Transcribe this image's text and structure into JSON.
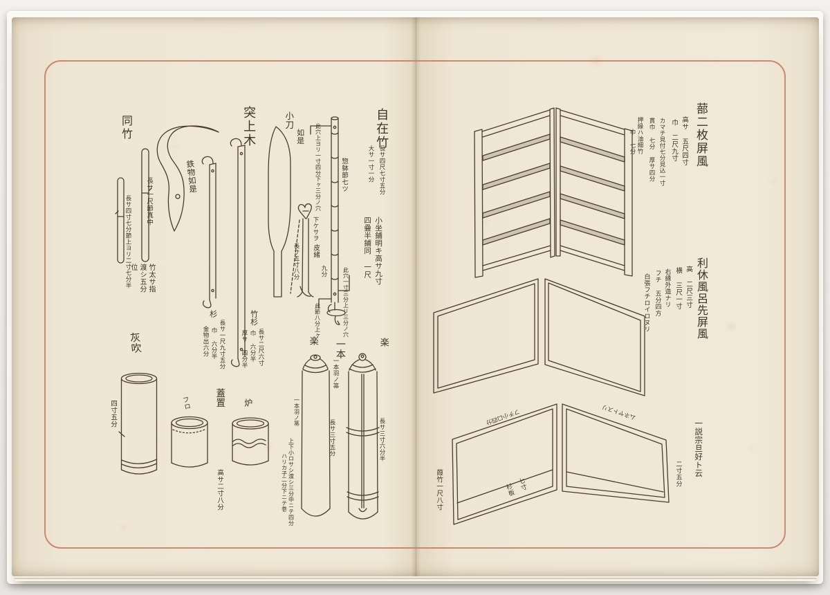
{
  "colors": {
    "ink": "#3e3327",
    "paper": "#efe6d4",
    "frame": "#c67863"
  },
  "left_page": {
    "dotake": {
      "title": "同竹",
      "stick1_note": "長サ四寸七分節上ヨリ二寸七分半",
      "stick1_thickness": "竹太サ指渡シ五分位",
      "stick2_note": "長サ一尺節真中"
    },
    "sickle_note": "鉄物如是",
    "tsukiagegi": {
      "title": "突上木",
      "sugi": "杉",
      "sugi_len": "長サ一尺九寸五分",
      "sugi_width": "巾 六分半",
      "sugi_metal": "金物出六分",
      "take": "竹杉",
      "take_len": "長サ二尺六寸",
      "take_width": "巾 六分半",
      "take_thick": "厚サ 四分半"
    },
    "kogatana": {
      "title": "小刀",
      "note": "如是"
    },
    "sagezao": {
      "label": "下ケサヲ",
      "kawao": "皮緒",
      "kawao_val": "九分",
      "len": "長サ五寸八分"
    },
    "jizaitake": {
      "title": "自在竹",
      "len": "長サ四尺七寸五分",
      "dia": "大サ一寸一分",
      "hole_top": "此穴上ヨリ一寸四分下ヶ三分ノ穴",
      "nodes": "惣躰節七ツ",
      "hole_bottom": "此穴一寸三分上リ三分ノ穴",
      "node_note": "此節八分上ヶ",
      "kozashiki": "小坐鋪明キ高サ九寸",
      "yojohan": "四疊半鋪同 一尺"
    },
    "haifuki": {
      "title": "灰吹",
      "dia": "四寸五分"
    },
    "futaoki": {
      "title": "蓋置",
      "furo": "フロ",
      "ro": "炉",
      "height": "高サ二寸八分"
    },
    "habouki": {
      "raku_left": "楽",
      "ippon": "一本",
      "ippon_note": "一本羽ノ箒",
      "raku_right": "楽",
      "left_note": "一本羽ノ箒",
      "size1": "上下小ロサシ渡シ三分中ニテ四分",
      "size2": "ハリカ子二分下ニテ巻",
      "mid_len": "長サ三寸五分",
      "right_len": "長サ三寸六分半"
    }
  },
  "right_page": {
    "shitomi": {
      "title": "蔀二枚屏風",
      "h": "高サ 五尺四寸",
      "w": "巾 二尺九寸",
      "kamachi": "カマチ見付七分見込一寸",
      "nuki": "貫巾 七分 厚サ四分",
      "oshibuchi": "押縁ハ油細竹",
      "oshibuchi_w": "巾 七分"
    },
    "rikyu": {
      "title": "利休風呂先屏風",
      "h": "高 二尺三寸",
      "w": "横 三尺一寸",
      "edge": "右縁外造ナリ",
      "fuchi": "フチ 五分四方",
      "hari": "白張フチロイロヌリ"
    },
    "sotan": {
      "title": "一説宗旦好ト云",
      "top_left_note": "フチ小口四分",
      "top_right_note": "ムネヤトスリ",
      "yoshitake": "葭竹一尺八寸",
      "board": "杉板",
      "board_h": "七寸",
      "edge_h": "二寸五分"
    }
  }
}
